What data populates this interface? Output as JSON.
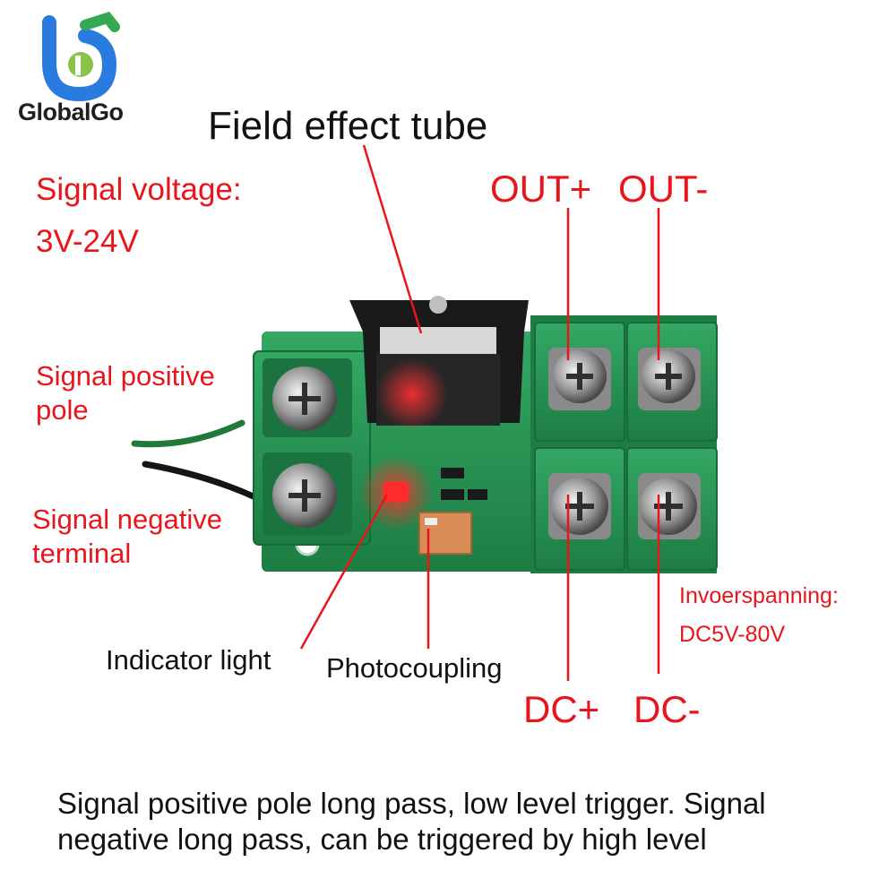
{
  "logo": {
    "text": "GlobalGo",
    "colors": [
      "#1a73e8",
      "#34a853",
      "#8bc34a"
    ]
  },
  "labels": {
    "fet": "Field effect tube",
    "signal_voltage_1": "Signal voltage:",
    "signal_voltage_2": "3V-24V",
    "signal_positive_1": "Signal positive",
    "signal_positive_2": "pole",
    "signal_negative_1": "Signal negative",
    "signal_negative_2": "terminal",
    "out_plus": "OUT+",
    "out_minus": "OUT-",
    "dc_plus": "DC+",
    "dc_minus": "DC-",
    "input_voltage_1": "Invoerspanning:",
    "input_voltage_2": "DC5V-80V",
    "indicator_light": "Indicator light",
    "photocoupling": "Photocoupling"
  },
  "caption": {
    "line1": "Signal positive pole long pass, low level trigger. Signal",
    "line2": "negative long pass, can be triggered by high level"
  },
  "colors": {
    "label_red": "#e8161b",
    "board_green": "#1f8a4c",
    "terminal_green": "#2e9a5a",
    "led_red": "#ff2020"
  }
}
